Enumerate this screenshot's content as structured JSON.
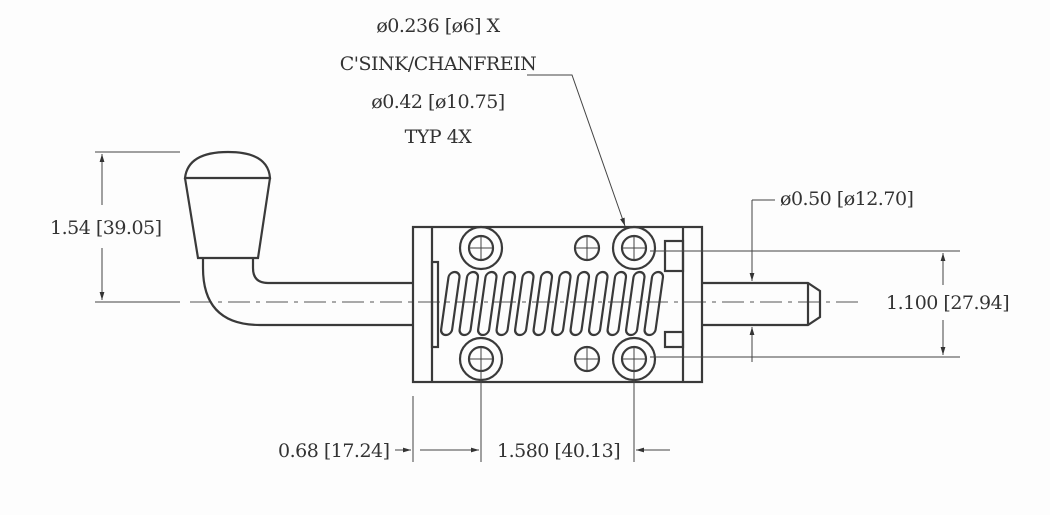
{
  "callout": {
    "line1": "ø0.236 [ø6] X",
    "line2": "C'SINK/CHANFREIN",
    "line3": "ø0.42 [ø10.75]",
    "line4": "TYP 4X"
  },
  "dimensions": {
    "handle_height": "1.54 [39.05]",
    "pin_diameter": "ø0.50 [ø12.70]",
    "hole_spacing_vertical": "1.100 [27.94]",
    "edge_to_hole": "0.68 [17.24]",
    "hole_spacing_horizontal": "1.580 [40.13]"
  }
}
